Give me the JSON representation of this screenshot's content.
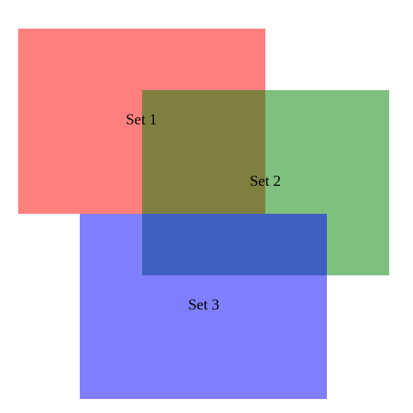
{
  "sets": [
    {
      "label": "Set 1",
      "color": "#ff0000",
      "opacity": 0.5
    },
    {
      "label": "Set 2",
      "color": "#008000",
      "opacity": 0.5
    },
    {
      "label": "Set 3",
      "color": "#0000ff",
      "opacity": 0.5
    }
  ]
}
